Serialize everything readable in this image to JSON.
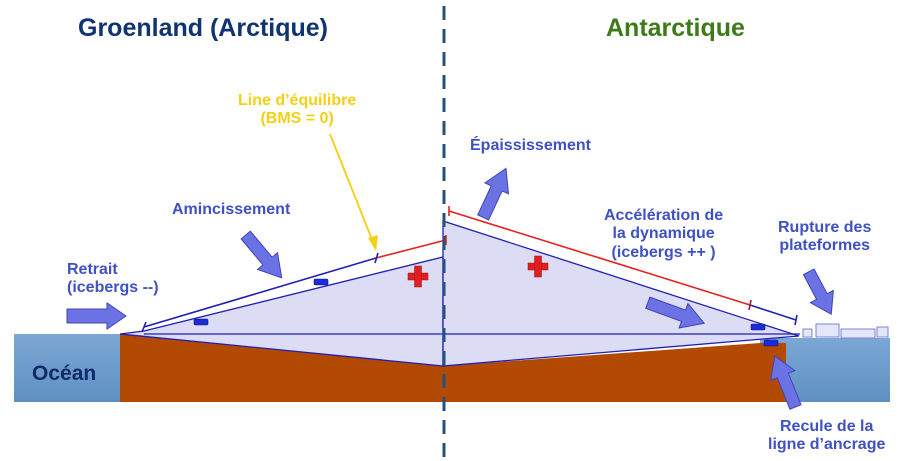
{
  "titles": {
    "left": "Groenland (Arctique)",
    "right": "Antarctique",
    "left_color": "#0f3470",
    "right_color": "#3d7a19"
  },
  "labels": {
    "equilibrium_line": "Line d’équilibre",
    "bms": "(BMS = 0)",
    "thinning": "Amincissement",
    "retreat_1": "Retrait",
    "retreat_2": "(icebergs --)",
    "thickening": "Épaississement",
    "acceleration_1": "Accélération de",
    "acceleration_2": "la dynamique",
    "acceleration_3": "(icebergs ++ )",
    "ice_shelf_1": "Rupture des",
    "ice_shelf_2": "plateformes",
    "grounding_1": "Recule de la",
    "grounding_2": "ligne d’ancrage",
    "ocean": "Océan"
  },
  "colors": {
    "ice": "#dcdcf4",
    "bedrock": "#b34a04",
    "ocean": "#6c9cca",
    "arrow": "#6a72e4",
    "outline_blue": "#1f1fb8",
    "accumulation_red": "#e82020",
    "equilibrium_label": "#f5cf14",
    "divider": "#26507e"
  }
}
